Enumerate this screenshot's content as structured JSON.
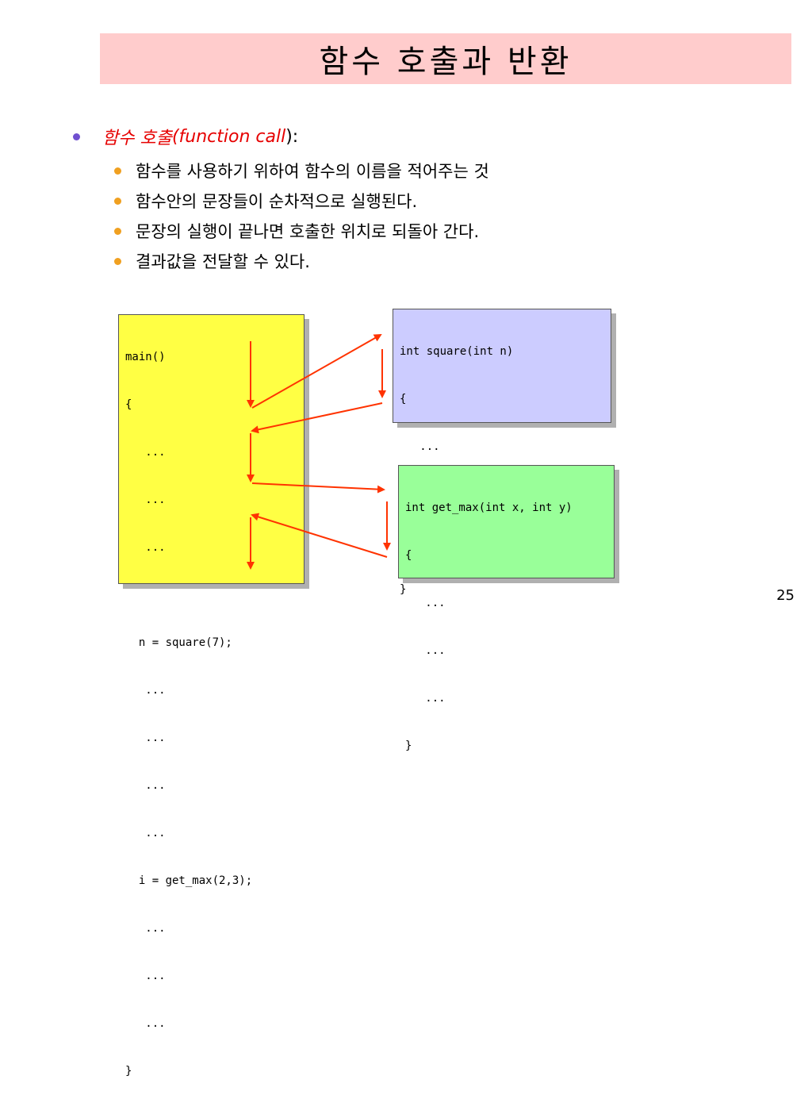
{
  "slide": {
    "title": "함수 호출과 반환",
    "page_number": "25"
  },
  "bullet": {
    "term_ko": "함수 호출",
    "term_en": "(function call",
    "term_suffix": "):"
  },
  "sub_bullets": [
    "함수를 사용하기 위하여 함수의 이름을 적어주는 것",
    "함수안의 문장들이 순차적으로 실행된다.",
    "문장의 실행이 끝나면 호출한 위치로 되돌아 간다.",
    "결과값을 전달할 수 있다."
  ],
  "code_boxes": {
    "main": [
      "main()",
      "{",
      "   ...",
      "   ...",
      "   ...",
      "",
      "  n = square(7);",
      "   ...",
      "   ...",
      "   ...",
      "   ...",
      "  i = get_max(2,3);",
      "   ...",
      "   ...",
      "   ...",
      "}"
    ],
    "square": [
      "int square(int n)",
      "{",
      "   ...",
      "   ...",
      "   ...",
      "}"
    ],
    "get_max": [
      "int get_max(int x, int y)",
      "{",
      "   ...",
      "   ...",
      "   ...",
      "}"
    ]
  },
  "colors": {
    "title_bg": "#ffcccc",
    "term": "#e60000",
    "main_box": "#ffff44",
    "square_box": "#ccccff",
    "getmax_box": "#99ff99",
    "arrow": "#ff3300"
  }
}
